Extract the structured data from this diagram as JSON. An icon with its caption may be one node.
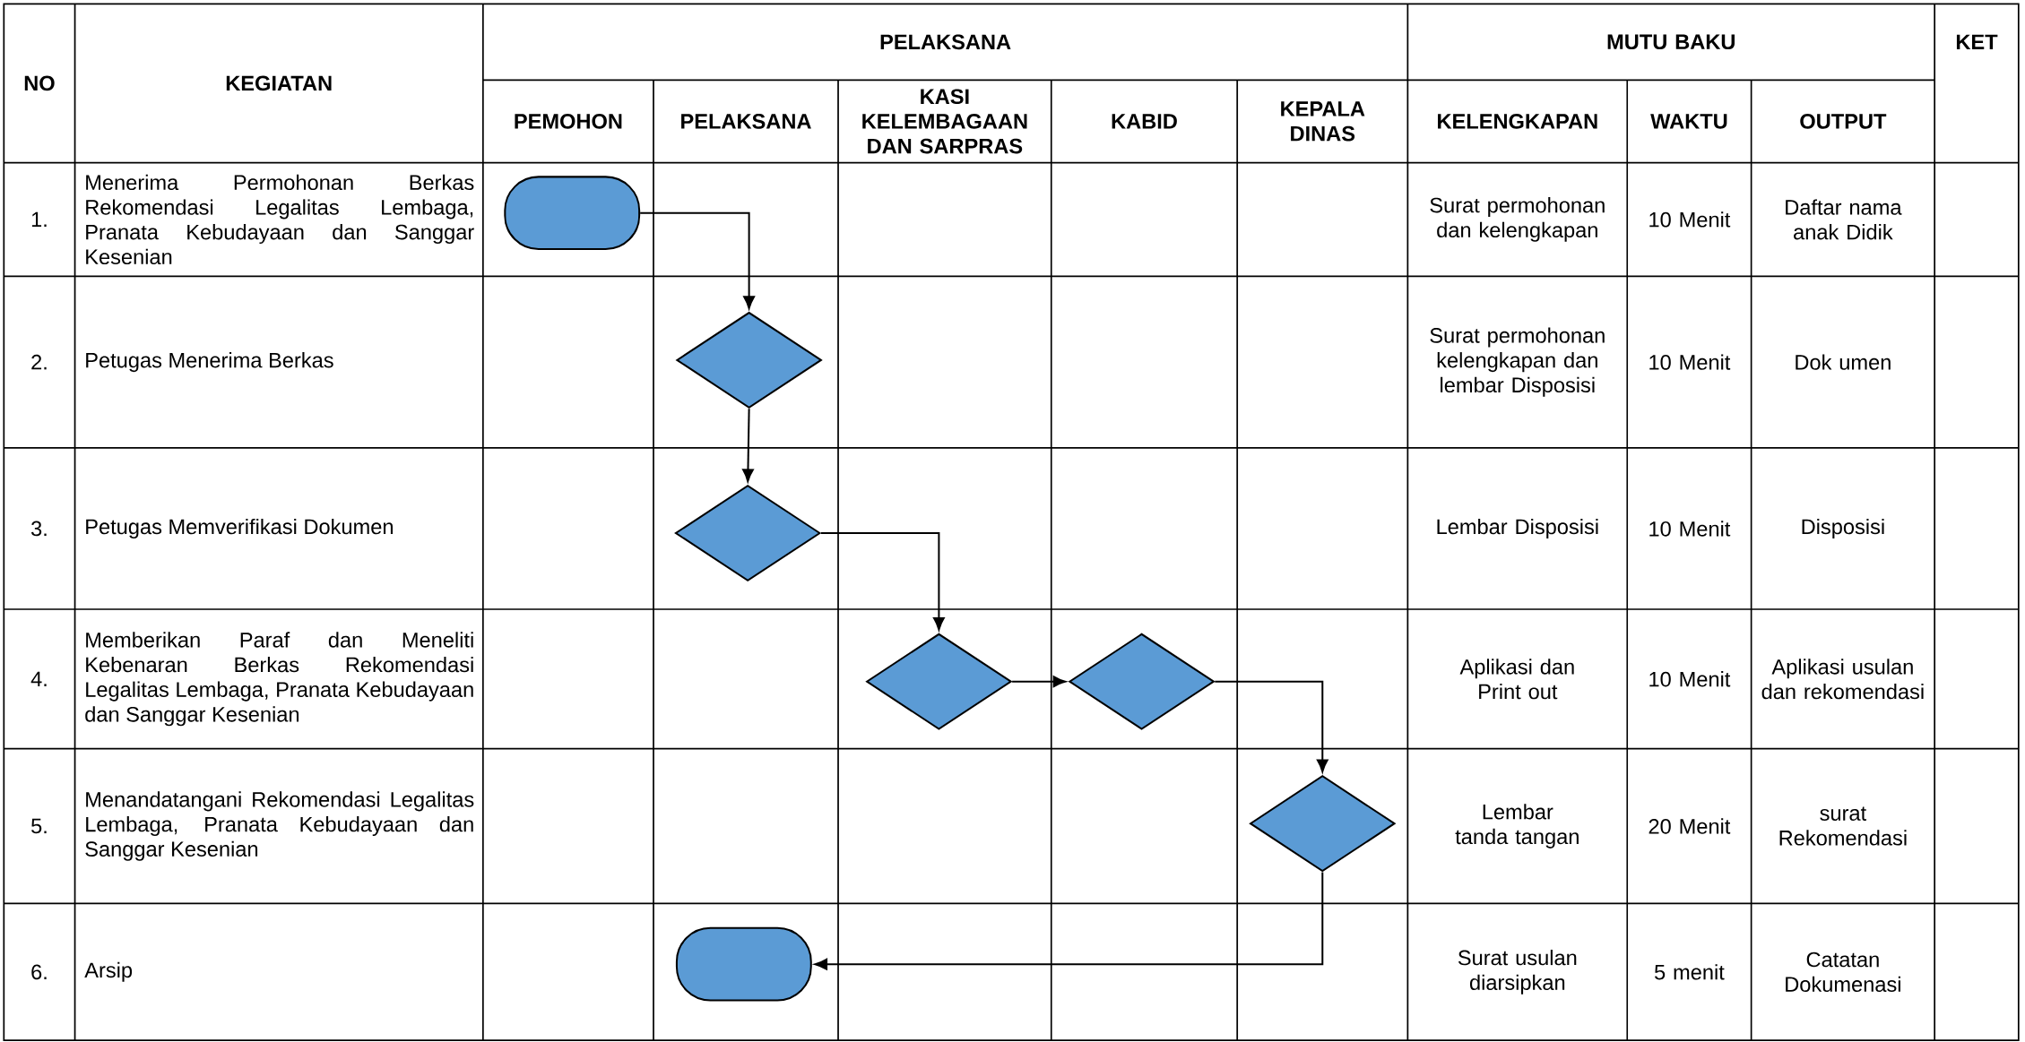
{
  "diagram": {
    "nodes": [
      {
        "text": [],
        "shape": "terminal"
      },
      {
        "text": [],
        "shape": "diamond"
      },
      {
        "text": [],
        "shape": "diamond"
      },
      {
        "text": [],
        "shape": "diamond"
      },
      {
        "text": [],
        "shape": "diamond"
      },
      {
        "text": [],
        "shape": "diamond"
      },
      {
        "text": [],
        "shape": "terminal"
      }
    ],
    "edges": [
      {
        "from": 0,
        "to": 1,
        "arrow": "to"
      },
      {
        "from": 1,
        "to": 2,
        "arrow": "to"
      },
      {
        "from": 2,
        "to": 3,
        "arrow": "to"
      },
      {
        "from": 3,
        "to": 4,
        "arrow": "to"
      },
      {
        "from": 4,
        "to": 5,
        "arrow": "to"
      },
      {
        "from": 5,
        "to": 6,
        "arrow": "to"
      }
    ],
    "labels": [
      "NO",
      "KEGIATAN",
      "PELAKSANA",
      "MUTU BAKU",
      "KET",
      "PEMOHON",
      "PELAKSANA",
      "KASI KELEMBAGAAN DAN SARPRAS",
      "KABID",
      "KEPALA DINAS",
      "KELENGKAPAN",
      "WAKTU",
      "OUTPUT",
      "1.",
      "Menerima Permohonan Berkas Rekomendasi Legalitas Lembaga, Pranata Kebudayaan dan Sanggar Kesenian",
      "Surat permohonan dan kelengkapan",
      "10 Menit",
      "Daftar nama anak Didik",
      "2.",
      "Petugas Menerima Berkas",
      "Surat permohonan kelengkapan dan lembar Disposisi",
      "10 Menit",
      "Dok umen",
      "3.",
      "Petugas Memverifikasi Dokumen",
      "Lembar Disposisi",
      "10 Menit",
      "Disposisi",
      "4.",
      "Memberikan Paraf dan Meneliti Kebenaran Berkas Rekomendasi Legalitas Lembaga, Pranata Kebudayaan dan Sanggar Kesenian",
      "Aplikasi dan Print out",
      "10 Menit",
      "Aplikasi usulan dan rekomendasi",
      "5.",
      "Menandatangani Rekomendasi Legalitas Lembaga, Pranata Kebudayaan dan Sanggar Kesenian",
      "Lembar tanda tangan",
      "20 Menit",
      "surat Rekomendasi",
      "6.",
      "Arsip",
      "Surat usulan diarsipkan",
      "5 menit",
      "Catatan Dokumenasi"
    ]
  }
}
